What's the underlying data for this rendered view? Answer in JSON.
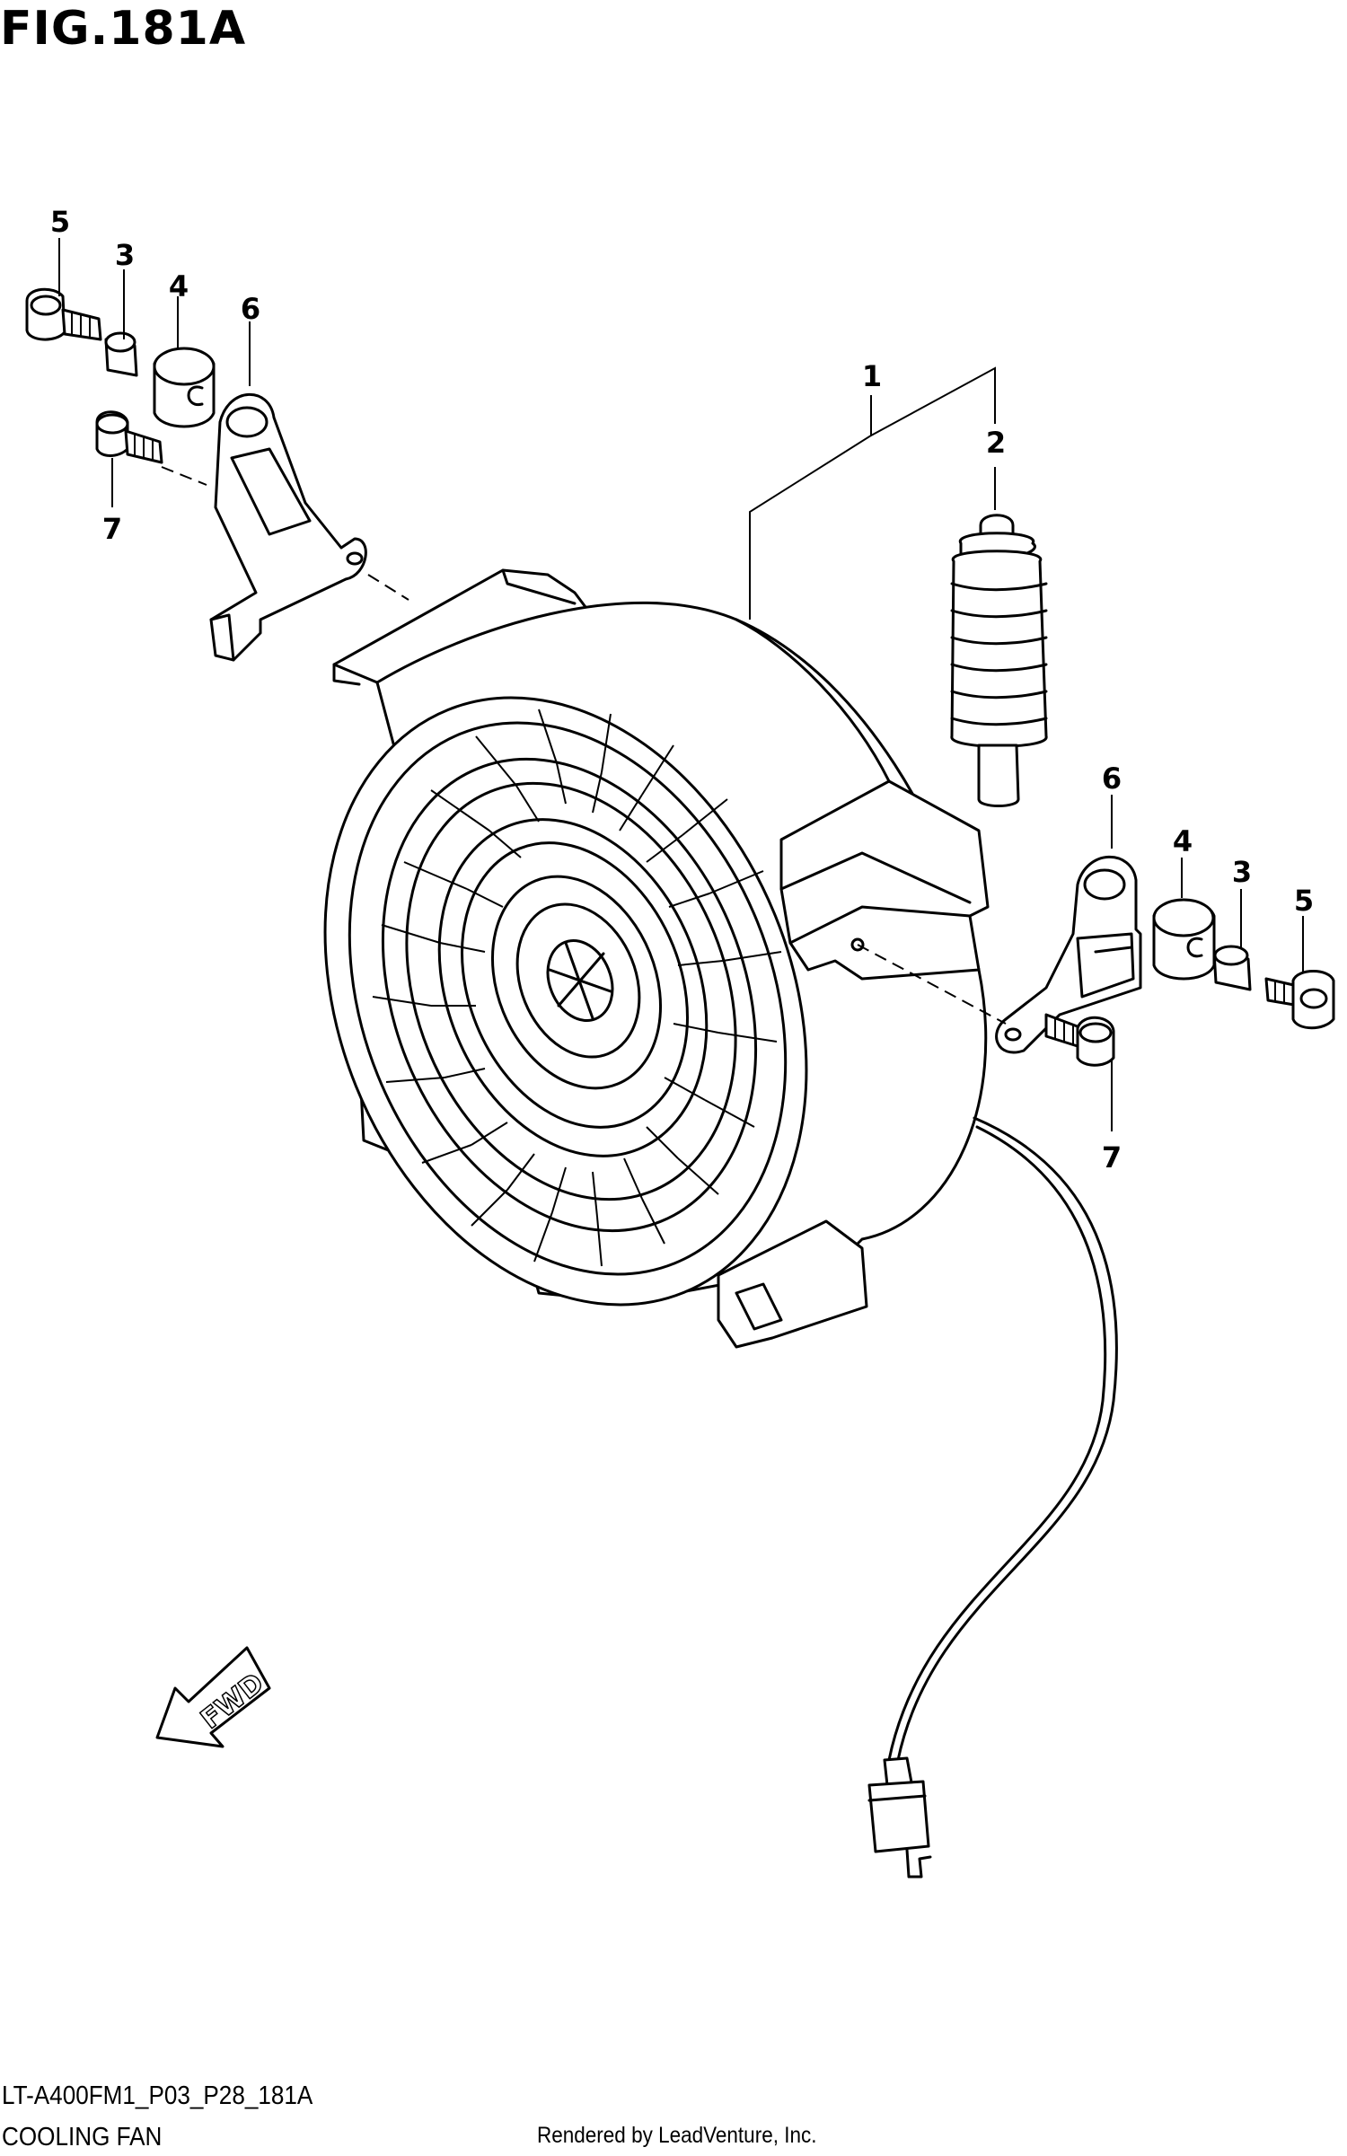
{
  "figure": {
    "title": "FIG.181A"
  },
  "callouts": {
    "c1": "1",
    "c2": "2",
    "c3_left": "3",
    "c4_left": "4",
    "c5_left": "5",
    "c6_left": "6",
    "c7_left": "7",
    "c3_right": "3",
    "c4_right": "4",
    "c5_right": "5",
    "c6_right": "6",
    "c7_right": "7"
  },
  "fwd_label": "FWD",
  "footer": {
    "model_code": "LT-A400FM1_P03_P28_181A",
    "section_name": "COOLING FAN",
    "credit": "Rendered by LeadVenture, Inc."
  },
  "icons": [
    "fwd-arrow-icon"
  ]
}
